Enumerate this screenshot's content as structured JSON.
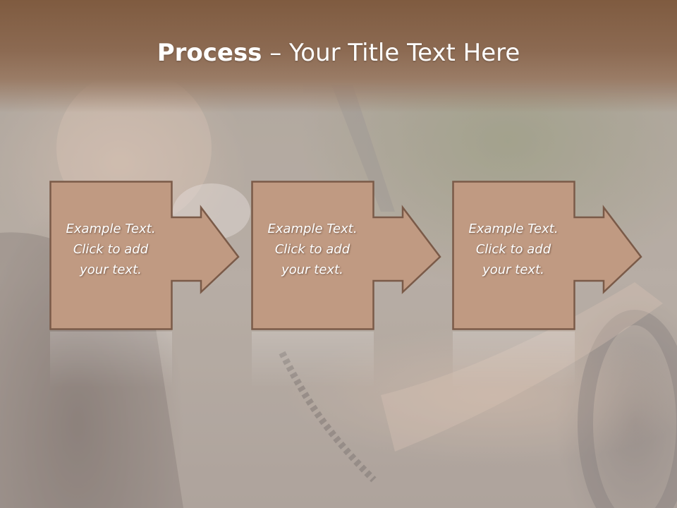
{
  "slide": {
    "title_bold": "Process",
    "title_rest": " – Your Title Text Here"
  },
  "steps": [
    {
      "line1": "Example Text.",
      "line2": "Click  to add",
      "line3": "your text."
    },
    {
      "line1": "Example Text.",
      "line2": "Click  to add",
      "line3": "your text."
    },
    {
      "line1": "Example Text.",
      "line2": "Click  to add",
      "line3": "your text."
    }
  ],
  "colors": {
    "header_brown": "#7f5b40",
    "box_fill": "#c09a82",
    "box_border": "#7a5a48",
    "text": "#ffffff"
  },
  "icons": {
    "step_arrow": "right-arrow-callout"
  }
}
